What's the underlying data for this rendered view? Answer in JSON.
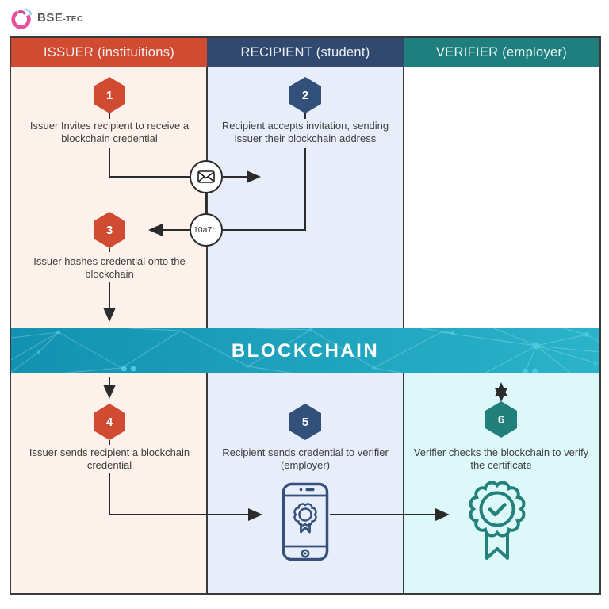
{
  "brand": {
    "name": "BSE",
    "suffix": "-TEC",
    "logo_icon": "bse-swirl-logo"
  },
  "palette": {
    "issuer_red": "#d14b33",
    "recipient_navy": "#33507b",
    "recipient_header_navy": "#31496f",
    "verifier_teal": "#21807b",
    "verifier_header_teal": "#1f7f7e",
    "band_teal_start": "#1292b0",
    "band_teal_end": "#2ab3ca",
    "issuer_bg": "#fdf1ec",
    "recipient_bg": "#e8edfa",
    "verifier_bg": "#dcf8f9",
    "connector_dark": "#2b2b2b"
  },
  "columns": [
    {
      "id": "issuer",
      "header": "ISSUER (instituitions)"
    },
    {
      "id": "recipient",
      "header": "RECIPIENT (student)"
    },
    {
      "id": "verifier",
      "header": "VERIFIER (employer)"
    }
  ],
  "band": {
    "label": "BLOCKCHAIN"
  },
  "steps": [
    {
      "num": "1",
      "text": "Issuer Invites recipient to receive a blockchain credential"
    },
    {
      "num": "2",
      "text": "Recipient accepts invitation, sending issuer their blockchain address"
    },
    {
      "num": "3",
      "text": "Issuer hashes credential onto the blockchain"
    },
    {
      "num": "4",
      "text": "Issuer sends recipient a blockchain credential"
    },
    {
      "num": "5",
      "text": "Recipient sends credential to verifier (employer)"
    },
    {
      "num": "6",
      "text": "Verifier checks the blockchain to verify the certificate"
    }
  ],
  "hash_chip": {
    "label": "10a7r.."
  },
  "icons": {
    "message": "envelope-icon",
    "credential_phone": "smartphone-credential-icon",
    "certificate": "rosette-check-icon",
    "blockchain_link": "double-arrow-icon"
  }
}
